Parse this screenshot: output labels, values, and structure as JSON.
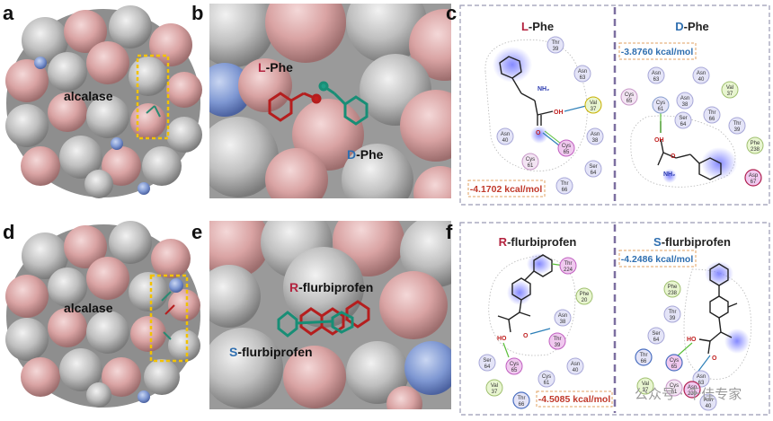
{
  "panels": {
    "a": {
      "letter": "a",
      "label": "alcalase"
    },
    "b": {
      "letter": "b",
      "l_prefix": "L",
      "l_suffix": "-Phe",
      "d_prefix": "D",
      "d_suffix": "-Phe"
    },
    "c": {
      "letter": "c",
      "left": {
        "prefix": "L",
        "suffix": "-Phe",
        "energy": "-4.1702 kcal/mol",
        "atoms": {
          "nh2": "NH₂",
          "oh": "OH",
          "o": "O"
        },
        "residues": [
          {
            "name": "Thr",
            "num": "39"
          },
          {
            "name": "Asn",
            "num": "63"
          },
          {
            "name": "Val",
            "num": "37"
          },
          {
            "name": "Asn",
            "num": "38"
          },
          {
            "name": "Cys",
            "num": "65"
          },
          {
            "name": "Asn",
            "num": "40"
          },
          {
            "name": "Cys",
            "num": "61"
          },
          {
            "name": "Ser",
            "num": "64"
          },
          {
            "name": "Thr",
            "num": "66"
          }
        ]
      },
      "right": {
        "prefix": "D",
        "suffix": "-Phe",
        "energy": "-3.8760 kcal/mol",
        "atoms": {
          "nh2": "NH₂",
          "oh": "OH",
          "o": "O"
        },
        "residues": [
          {
            "name": "Asn",
            "num": "63"
          },
          {
            "name": "Asn",
            "num": "40"
          },
          {
            "name": "Val",
            "num": "37"
          },
          {
            "name": "Cys",
            "num": "65"
          },
          {
            "name": "Cys",
            "num": "61"
          },
          {
            "name": "Asn",
            "num": "38"
          },
          {
            "name": "Ser",
            "num": "64"
          },
          {
            "name": "Thr",
            "num": "66"
          },
          {
            "name": "Thr",
            "num": "39"
          },
          {
            "name": "Phe",
            "num": "238"
          },
          {
            "name": "Asp",
            "num": "67"
          }
        ]
      }
    },
    "d": {
      "letter": "d",
      "label": "alcalase"
    },
    "e": {
      "letter": "e",
      "r_prefix": "R",
      "r_suffix": "-flurbiprofen",
      "s_prefix": "S",
      "s_suffix": "-flurbiprofen"
    },
    "f": {
      "letter": "f",
      "left": {
        "prefix": "R",
        "suffix": "-flurbiprofen",
        "energy": "-4.5085 kcal/mol",
        "atoms": {
          "ho": "HO",
          "o": "O"
        },
        "residues": [
          {
            "name": "Thr",
            "num": "224"
          },
          {
            "name": "Phe",
            "num": "20"
          },
          {
            "name": "Asn",
            "num": "38"
          },
          {
            "name": "Thr",
            "num": "39"
          },
          {
            "name": "Ser",
            "num": "64"
          },
          {
            "name": "Cys",
            "num": "65"
          },
          {
            "name": "Val",
            "num": "37"
          },
          {
            "name": "Cys",
            "num": "61"
          },
          {
            "name": "Asn",
            "num": "40"
          },
          {
            "name": "Thr",
            "num": "66"
          }
        ]
      },
      "right": {
        "prefix": "S",
        "suffix": "-flurbiprofen",
        "energy": "-4.2486 kcal/mol",
        "atoms": {
          "ho": "HO",
          "o": "O"
        },
        "residues": [
          {
            "name": "Phe",
            "num": "238"
          },
          {
            "name": "Thr",
            "num": "39"
          },
          {
            "name": "Ser",
            "num": "64"
          },
          {
            "name": "Thr",
            "num": "66"
          },
          {
            "name": "Cys",
            "num": "65"
          },
          {
            "name": "Val",
            "num": "37"
          },
          {
            "name": "Cys",
            "num": "61"
          },
          {
            "name": "Asn",
            "num": "63"
          },
          {
            "name": "Asp",
            "num": "239"
          },
          {
            "name": "Asn",
            "num": "40"
          }
        ]
      }
    }
  },
  "watermark": "公众号 · 千佳专家"
}
